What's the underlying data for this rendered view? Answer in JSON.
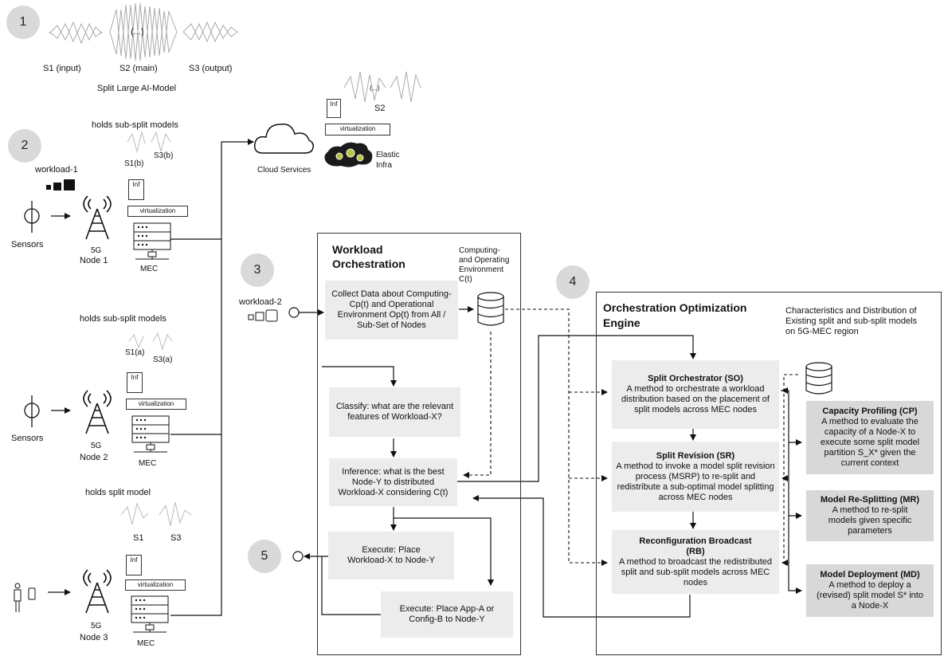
{
  "steps": {
    "s1": "1",
    "s2": "2",
    "s3": "3",
    "s4": "4",
    "s5": "5"
  },
  "model": {
    "ellipsis": "(...)",
    "s1_label": "S1 (input)",
    "s2_label": "S2 (main)",
    "s3_label": "S3 (output)",
    "caption": "Split Large AI-Model"
  },
  "cloud": {
    "label": "Cloud Services",
    "s2_ellipsis": "(...)",
    "s2": "S2",
    "inf": "Inf",
    "virtualization": "virtualization",
    "elastic_line1": "Elastic",
    "elastic_line2": "Infra"
  },
  "node1": {
    "holds": "holds sub-split models",
    "s1": "S1(b)",
    "s3": "S3(b)",
    "workload": "workload-1",
    "inf": "Inf",
    "virtualization": "virtualization",
    "g5": "5G",
    "name": "Node 1",
    "mec": "MEC",
    "sensors": "Sensors"
  },
  "node2": {
    "holds": "holds sub-split models",
    "s1": "S1(a)",
    "s3": "S3(a)",
    "inf": "Inf",
    "virtualization": "virtualization",
    "g5": "5G",
    "name": "Node 2",
    "mec": "MEC",
    "sensors": "Sensors"
  },
  "node3": {
    "holds": "holds split model",
    "s1": "S1",
    "s3": "S3",
    "inf": "Inf",
    "virtualization": "virtualization",
    "g5": "5G",
    "name": "Node 3",
    "mec": "MEC"
  },
  "workload2": "workload-2",
  "orchestration": {
    "title_line1": "Workload",
    "title_line2": "Orchestration",
    "env_line1": "Computing-",
    "env_line2": "and Operating",
    "env_line3": "Environment",
    "env_line4": "C(t)",
    "collect": "Collect Data about Computing- Cp(t) and Operational Environment Op(t) from All / Sub-Set of Nodes",
    "classify": "Classify: what are the relevant features of Workload-X?",
    "inference": "Inference: what is the best Node-Y to distributed Workload-X considering C(t)",
    "execute_place": "Execute: Place Workload-X to Node-Y",
    "execute_app": "Execute: Place App-A or Config-B  to Node-Y"
  },
  "engine": {
    "title_line1": "Orchestration Optimization",
    "title_line2": "Engine",
    "characteristics": "Characteristics and Distribution of Existing split and sub-split models on 5G-MEC region",
    "so_title": "Split Orchestrator (SO)",
    "so_desc": "A method to orchestrate a workload distribution based on the placement of split models across MEC nodes",
    "sr_title": "Split Revision (SR)",
    "sr_desc": "A method to invoke a model split revision process (MSRP) to re-split and redistribute a sub-optimal model splitting across MEC nodes",
    "rb_title": "Reconfiguration Broadcast (RB)",
    "rb_desc": "A method to broadcast the redistributed split and sub-split models across MEC nodes",
    "cp_title": "Capacity Profiling (CP)",
    "cp_desc": "A method to evaluate the capacity of a Node-X to execute some split model partition S_X* given the current context",
    "mr_title": "Model Re-Splitting (MR)",
    "mr_desc": "A method to re-split models given specific parameters",
    "md_title": "Model Deployment (MD)",
    "md_desc": "A method to deploy a (revised) split model S* into a Node-X"
  }
}
